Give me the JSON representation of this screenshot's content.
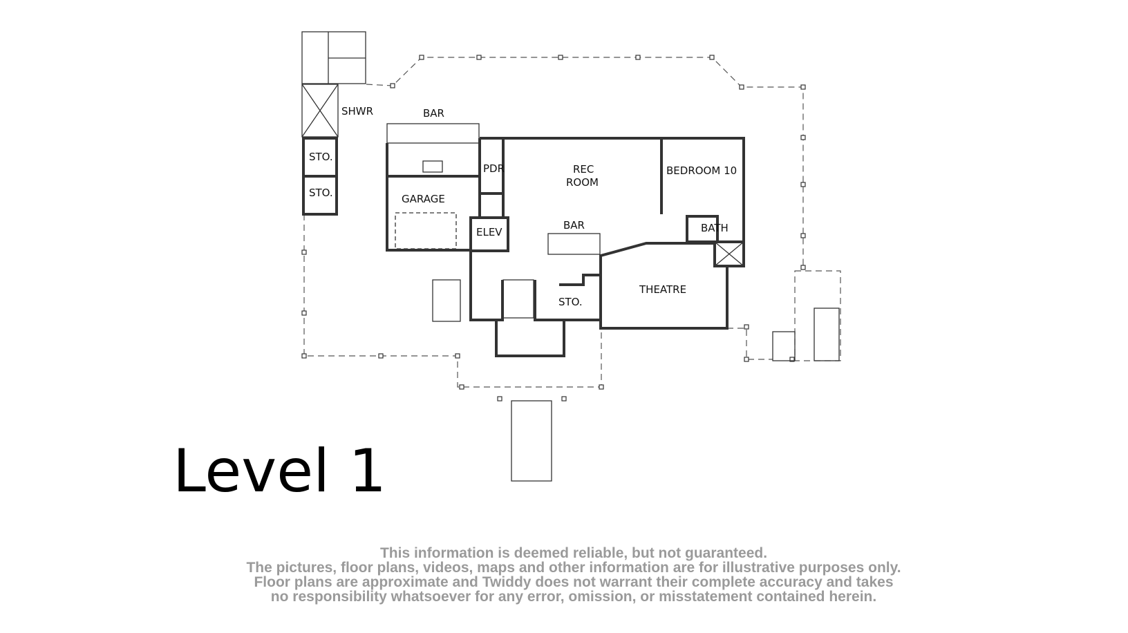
{
  "plan": {
    "level_title": "Level 1",
    "rooms": {
      "shwr": "SHWR",
      "bar_top": "BAR",
      "sto_1": "STO.",
      "sto_2": "STO.",
      "pdr": "PDR",
      "rec_room_1": "REC",
      "rec_room_2": "ROOM",
      "bedroom": "BEDROOM 10",
      "garage": "GARAGE",
      "elev": "ELEV",
      "bar_center": "BAR",
      "bath": "BATH",
      "theatre": "THEATRE",
      "sto_3": "STO."
    }
  },
  "disclaimer": {
    "line1": "This information is deemed reliable, but not guaranteed.",
    "line2": "The pictures, floor plans, videos, maps and other information are for illustrative purposes only.",
    "line3": "Floor plans are approximate and Twiddy does not warrant their complete accuracy and takes",
    "line4": "no responsibility whatsoever for any error, omission, or misstatement contained herein."
  }
}
